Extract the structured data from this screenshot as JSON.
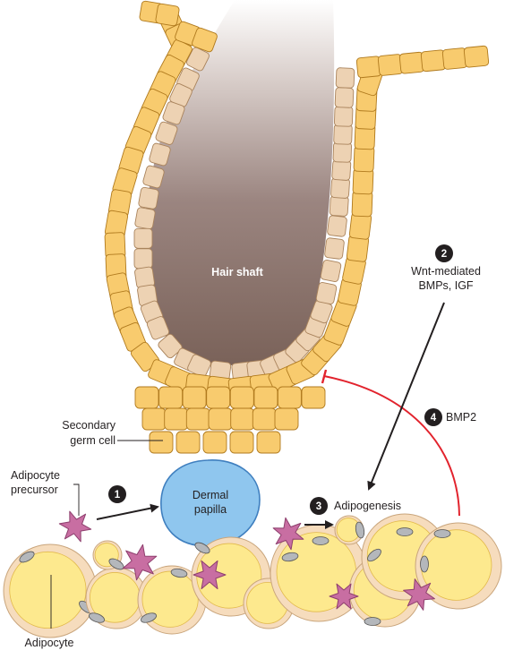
{
  "colors": {
    "outer_cell_fill": "#f8cb6e",
    "outer_cell_stroke": "#b07a1e",
    "inner_cell_fill": "#edd2b3",
    "inner_cell_stroke": "#a9835c",
    "hair_shaft_dark": "#7a6259",
    "papilla_fill": "#8fc6ee",
    "papilla_stroke": "#3f7fbf",
    "adipocyte_outer": "#f6dcbd",
    "adipocyte_inner": "#fde98e",
    "nucleus": "#b4b7bb",
    "precursor": "#c86ea2",
    "inhibition_line": "#e2232d",
    "arrow": "#231f20"
  },
  "labels": {
    "hair_shaft": "Hair shaft",
    "secondary_germ_cell": [
      "Secondary",
      "germ cell"
    ],
    "adipocyte_precursor": [
      "Adipocyte",
      "precursor"
    ],
    "dermal_papilla": [
      "Dermal",
      "papilla"
    ],
    "adipocyte": "Adipocyte",
    "adipogenesis": "Adipogenesis",
    "wnt": [
      "Wnt-mediated",
      "BMPs, IGF"
    ],
    "bmp2": "BMP2"
  },
  "steps": [
    "1",
    "2",
    "3",
    "4"
  ],
  "icons": [
    "inhibition-bar-icon",
    "arrow-icon",
    "number-badge-icon"
  ]
}
